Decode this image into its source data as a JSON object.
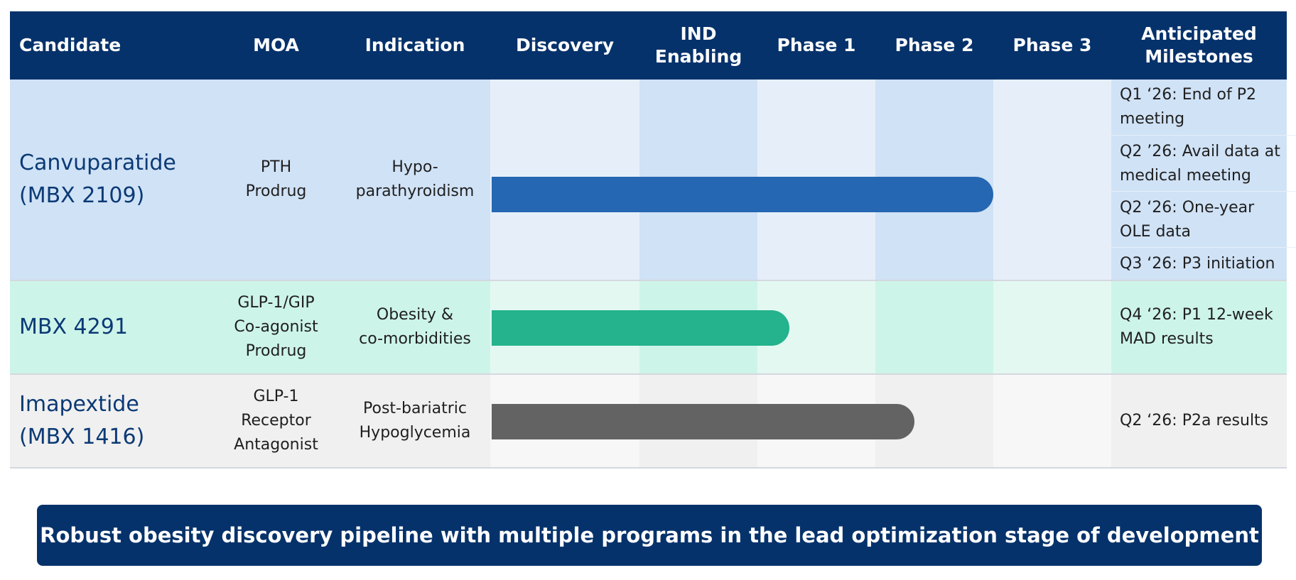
{
  "colors": {
    "header_bg": "#06326b",
    "header_text": "#ffffff",
    "row1_bg": "#d0e2f6",
    "row1_band": "#e6eff9",
    "row1_bar": "#2567b2",
    "row2_bg": "#cdf4e9",
    "row2_band": "#e4f8f2",
    "row2_bar": "#24b38c",
    "row3_bg": "#f0f0f0",
    "row3_band": "#f7f7f7",
    "row3_bar": "#636363",
    "candidate_text": "#0b3a75"
  },
  "header": {
    "candidate": "Candidate",
    "moa": "MOA",
    "indication": "Indication",
    "discovery": "Discovery",
    "ind_enabling": "IND\nEnabling",
    "phase1": "Phase 1",
    "phase2": "Phase 2",
    "phase3": "Phase 3",
    "milestones": "Anticipated\nMilestones"
  },
  "chart_data": {
    "type": "bar",
    "orientation": "horizontal",
    "stages": [
      "Discovery",
      "IND Enabling",
      "Phase 1",
      "Phase 2",
      "Phase 3"
    ],
    "rows": [
      {
        "candidate": "Canvuparatide\n(MBX 2109)",
        "moa": "PTH\nProdrug",
        "indication": "Hypo-\nparathyroidism",
        "progress_stages": 4.0,
        "milestones": [
          "Q1 ‘26: End of P2\nmeeting",
          "Q2 ’26: Avail data at\nmedical meeting",
          "Q2 ‘26: One-year\nOLE data",
          "Q3 ‘26: P3 initiation"
        ]
      },
      {
        "candidate": "MBX 4291",
        "moa": "GLP-1/GIP\nCo-agonist\nProdrug",
        "indication": "Obesity &\nco-morbidities",
        "progress_stages": 2.27,
        "milestones": [
          "Q4 ‘26: P1 12-week\nMAD results"
        ]
      },
      {
        "candidate": "Imapextide\n(MBX 1416)",
        "moa": "GLP-1\nReceptor\nAntagonist",
        "indication": "Post-bariatric\nHypoglycemia",
        "progress_stages": 3.33,
        "milestones": [
          "Q2 ‘26: P2a results"
        ]
      }
    ]
  },
  "footer": {
    "text": "Robust obesity discovery pipeline with multiple programs in the lead optimization stage of development"
  }
}
